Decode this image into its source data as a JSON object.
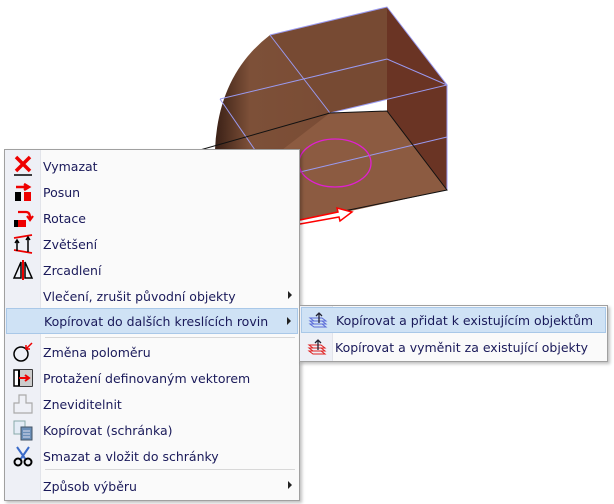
{
  "main_menu": {
    "items": [
      {
        "label": "Vymazat",
        "icon": "delete-icon"
      },
      {
        "label": "Posun",
        "icon": "move-icon"
      },
      {
        "label": "Rotace",
        "icon": "rotate-icon"
      },
      {
        "label": "Zvětšení",
        "icon": "scale-icon"
      },
      {
        "label": "Zrcadlení",
        "icon": "mirror-icon"
      },
      {
        "label": "Vlečení, zrušit původní objekty",
        "submenu": true
      },
      {
        "label": "Kopírovat do dalších kreslících rovin",
        "submenu": true,
        "highlighted": true
      },
      {
        "label": "Změna poloměru",
        "icon": "radius-icon"
      },
      {
        "label": "Protažení definovaným vektorem",
        "icon": "stretch-icon"
      },
      {
        "label": "Zneviditelnit",
        "icon": "hide-icon"
      },
      {
        "label": "Kopírovat (schránka)",
        "icon": "copy-icon"
      },
      {
        "label": "Smazat a vložit do schránky",
        "icon": "cut-icon"
      },
      {
        "label": "Způsob výběru",
        "submenu": true
      }
    ]
  },
  "sub_menu": {
    "items": [
      {
        "label": "Kopírovat a přidat k existujícím objektům",
        "icon": "copy-add-layers-icon",
        "highlighted": true
      },
      {
        "label": "Kopírovat a vyměnit za existující objekty",
        "icon": "copy-replace-layers-icon"
      }
    ]
  },
  "colors": {
    "solid": "#7a4a34",
    "edge": "#9a9af0",
    "highlight": "#cfe2f5"
  }
}
